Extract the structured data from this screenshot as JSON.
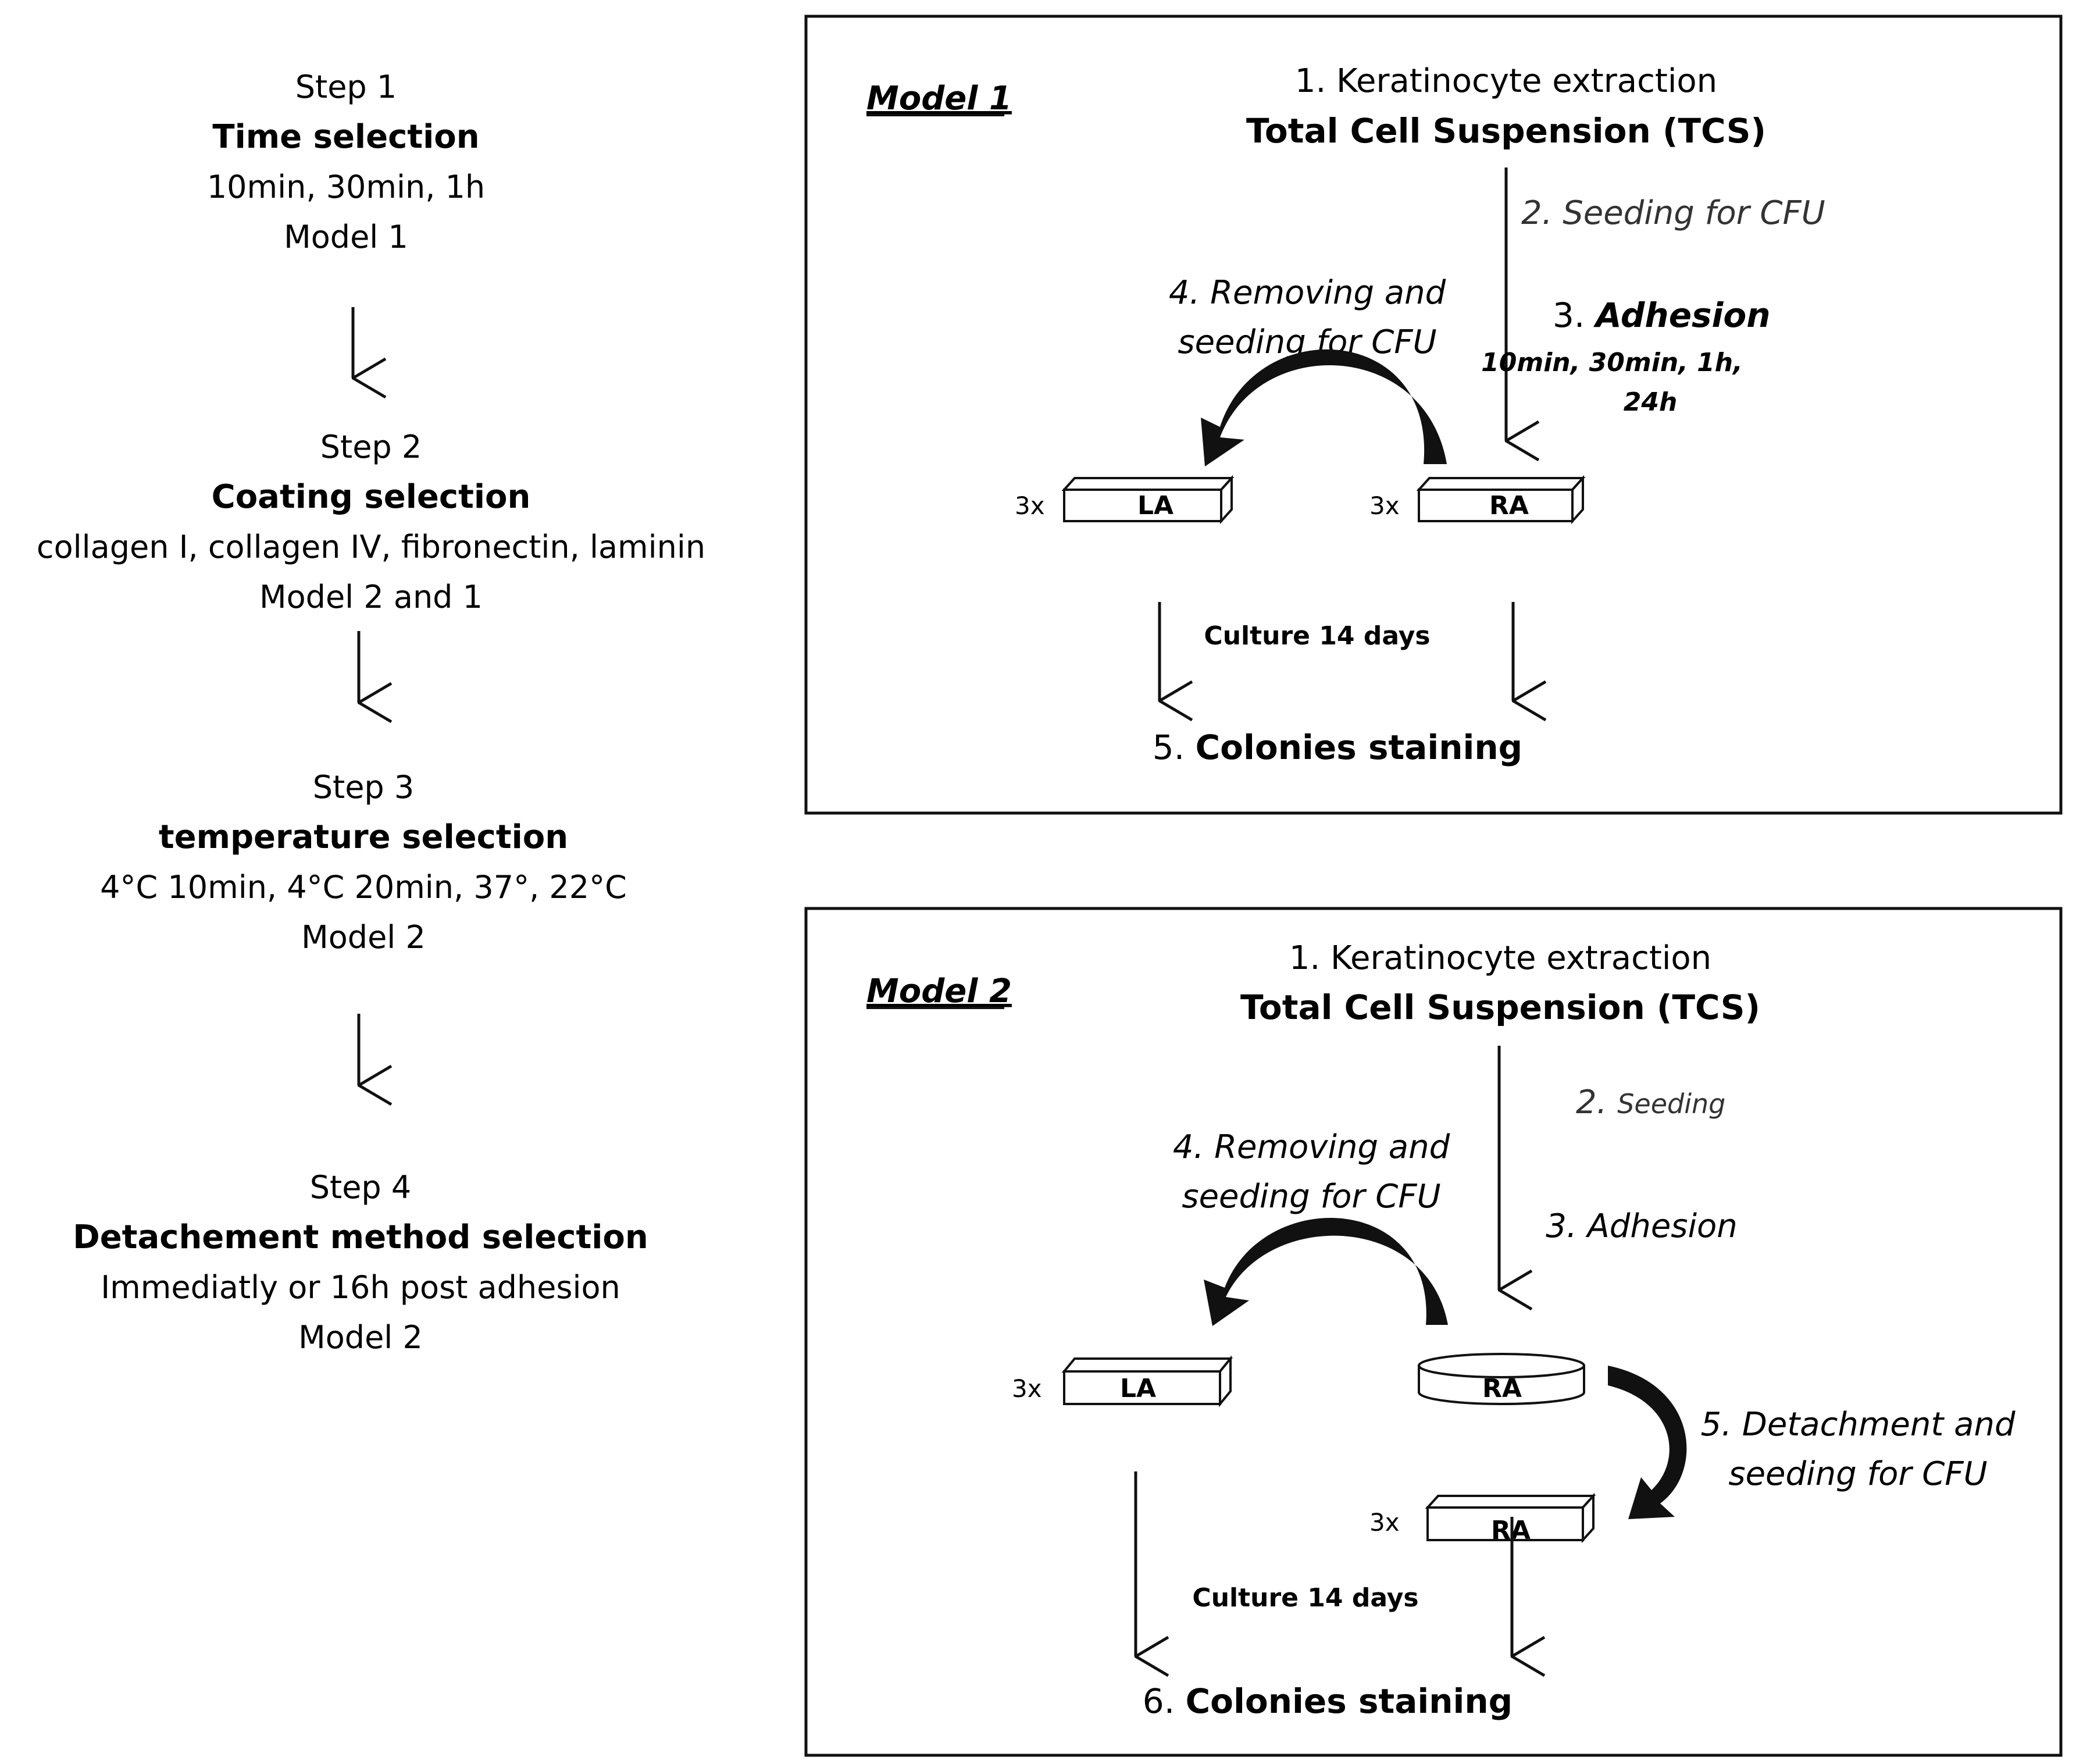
{
  "steps": [
    {
      "step": "Step 1",
      "title": "Time selection",
      "detail": "10min, 30min, 1h",
      "model": "Model 1"
    },
    {
      "step": "Step 2",
      "title": "Coating selection",
      "detail": "collagen I, collagen IV, fibronectin, laminin",
      "model": "Model 2 and 1"
    },
    {
      "step": "Step 3",
      "title": "temperature selection",
      "detail": "4°C 10min, 4°C 20min, 37°, 22°C",
      "model": "Model 2"
    },
    {
      "step": "Step 4",
      "title": "Detachement method selection",
      "detail": "Immediatly or 16h post adhesion",
      "model": "Model 2"
    }
  ],
  "model1": {
    "title": "Model 1",
    "extraction": "1. Keratinocyte extraction",
    "tcs": "Total Cell Suspension (TCS)",
    "seeding": "2. Seeding for CFU",
    "adhesion_num": "3. ",
    "adhesion_word": "Adhesion",
    "adhesion_times_1": "10min, 30min, 1h,",
    "adhesion_times_2": "24h",
    "removing_1": "4. Removing and",
    "removing_2": "seeding for CFU",
    "la_count": "3x",
    "la_label": "LA",
    "ra_count": "3x",
    "ra_label": "RA",
    "culture": "Culture 14 days",
    "stain_num": "5. ",
    "stain_word": "Colonies staining"
  },
  "model2": {
    "title": "Model 2",
    "extraction": "1. Keratinocyte extraction",
    "tcs": "Total Cell Suspension (TCS)",
    "seeding_num": "2. ",
    "seeding_word": "Seeding",
    "adhesion": "3. Adhesion",
    "removing_1": "4. Removing and",
    "removing_2": "seeding for CFU",
    "la_count": "3x",
    "la_label": "LA",
    "ra_dish_label": "RA",
    "detach_1": "5. Detachment and",
    "detach_2": "seeding for CFU",
    "ra2_count": "3x",
    "ra2_label": "RA",
    "culture": "Culture 14 days",
    "stain_num": "6. ",
    "stain_word": "Colonies staining"
  }
}
